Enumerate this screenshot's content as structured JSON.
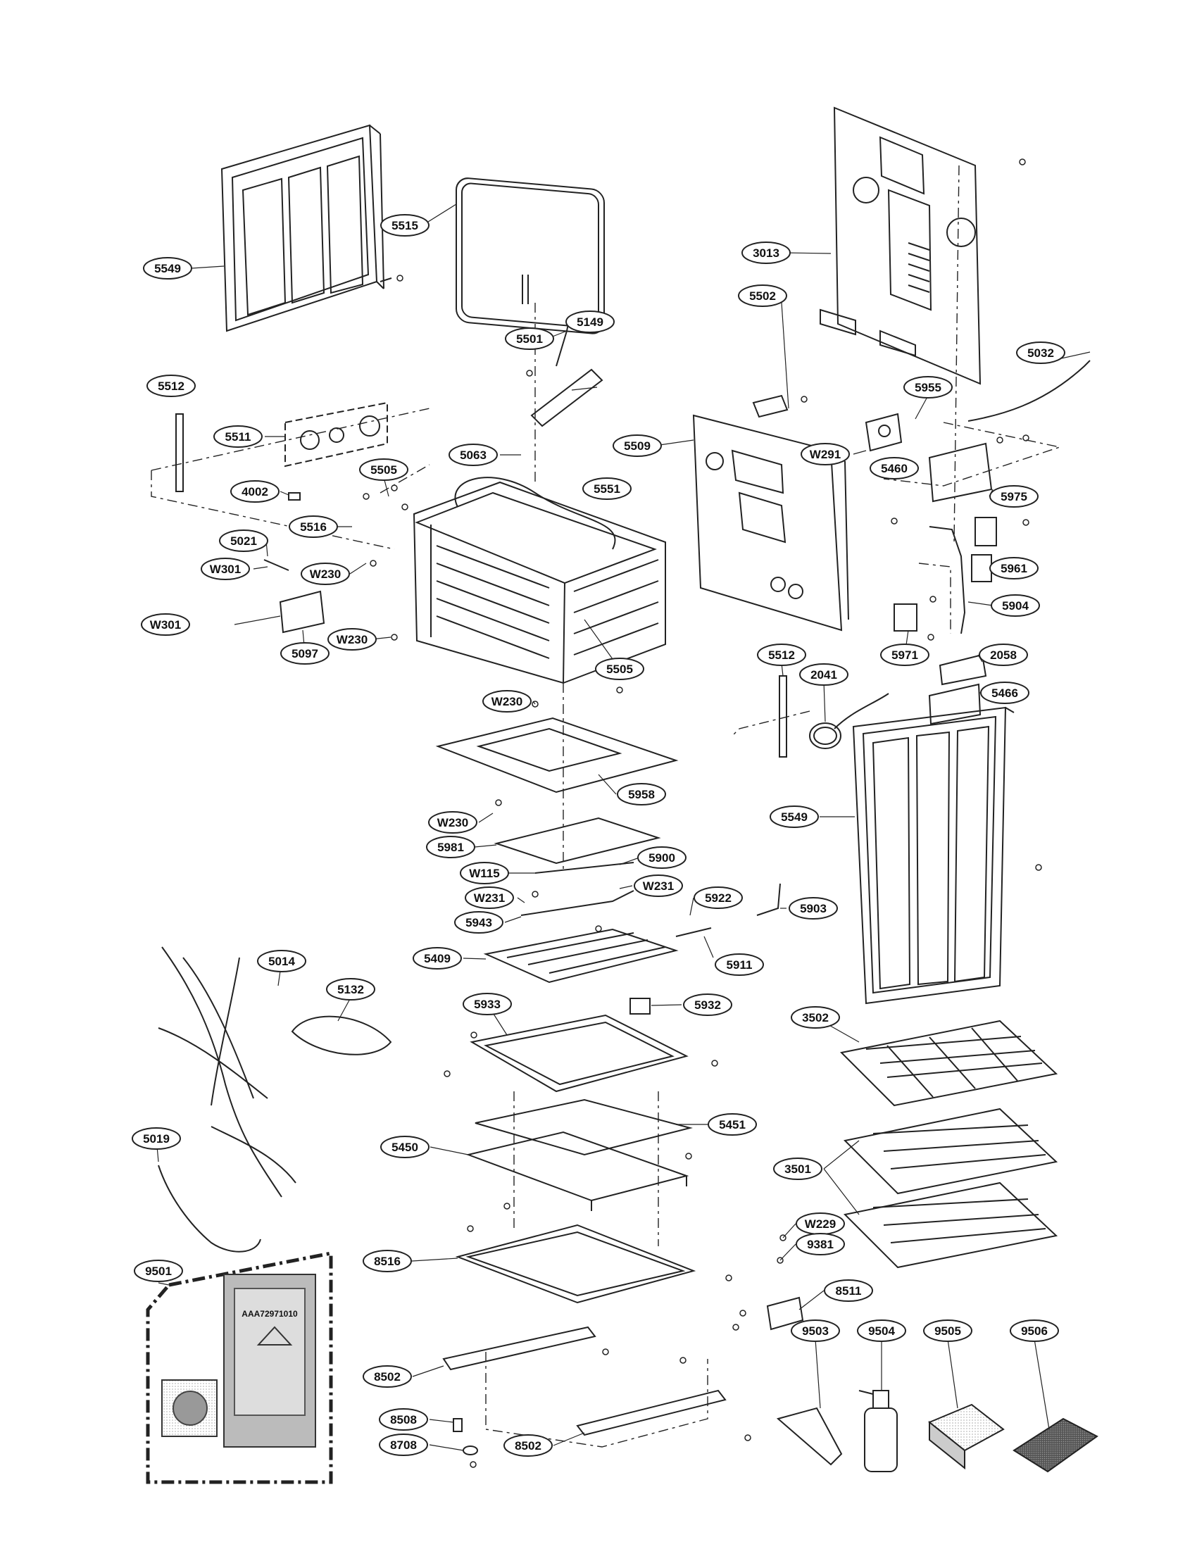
{
  "diagram": {
    "labels": {
      "l5549a": "5549",
      "l5515": "5515",
      "l3013": "3013",
      "l5501": "5501",
      "l5032": "5032",
      "l5512a": "5512",
      "l5502": "5502",
      "l5955": "5955",
      "l5149": "5149",
      "l5511": "5511",
      "l5063": "5063",
      "l5509": "5509",
      "lW291": "W291",
      "l5460": "5460",
      "l5505a": "5505",
      "l4002": "4002",
      "l5551": "5551",
      "l5975": "5975",
      "l5516": "5516",
      "l5021": "5021",
      "lW301a": "W301",
      "lW230a": "W230",
      "l5961": "5961",
      "l5904": "5904",
      "lW301b": "W301",
      "lW230b": "W230",
      "l5097": "5097",
      "l5971": "5971",
      "l2058": "2058",
      "l5512b": "5512",
      "l2041": "2041",
      "l5505b": "5505",
      "l5466": "5466",
      "lW230c": "W230",
      "l5958": "5958",
      "l5549b": "5549",
      "lW230d": "W230",
      "l5981": "5981",
      "l5900": "5900",
      "lW115": "W115",
      "lW231a": "W231",
      "lW231b": "W231",
      "l5922": "5922",
      "l5903": "5903",
      "l5943": "5943",
      "l5014": "5014",
      "l5409": "5409",
      "l5911": "5911",
      "l5132": "5132",
      "l5933": "5933",
      "l5932": "5932",
      "l3502": "3502",
      "l5451": "5451",
      "l5019": "5019",
      "l5450": "5450",
      "l3501": "3501",
      "l9501": "9501",
      "lW229": "W229",
      "l9381": "9381",
      "l8516": "8516",
      "l8511": "8511",
      "l9503": "9503",
      "l9504": "9504",
      "l9505": "9505",
      "l9506": "9506",
      "l8502a": "8502",
      "l8508": "8508",
      "l8708": "8708",
      "l8502b": "8502"
    },
    "kit_label_code": "AAA72971010"
  }
}
